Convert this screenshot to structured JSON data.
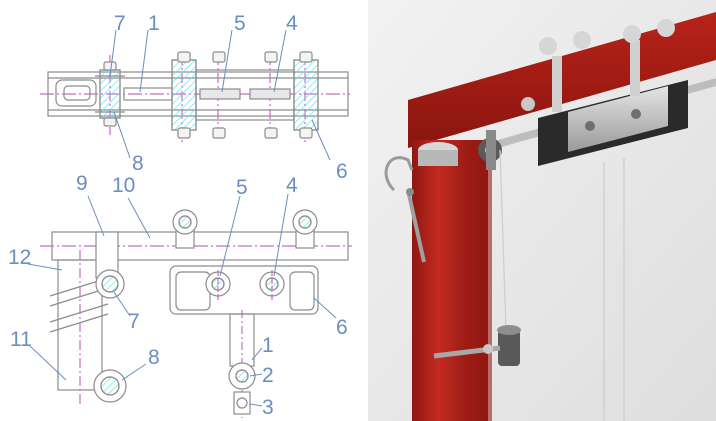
{
  "figure": {
    "panels": [
      "technical-drawing",
      "photograph"
    ]
  },
  "drawing": {
    "top_view_labels": [
      "7",
      "1",
      "5",
      "4",
      "8",
      "6"
    ],
    "front_view_labels": [
      "9",
      "10",
      "5",
      "4",
      "12",
      "7",
      "6",
      "11",
      "8",
      "1",
      "2",
      "3"
    ]
  },
  "colors": {
    "line_gray": "#8c8c8c",
    "hatch_cyan": "#5fe3ef",
    "centerline_magenta": "#c86bc8",
    "callout_blue": "#6a8ec0",
    "frame_red": "#c0241c",
    "wall_white": "#ececec"
  }
}
